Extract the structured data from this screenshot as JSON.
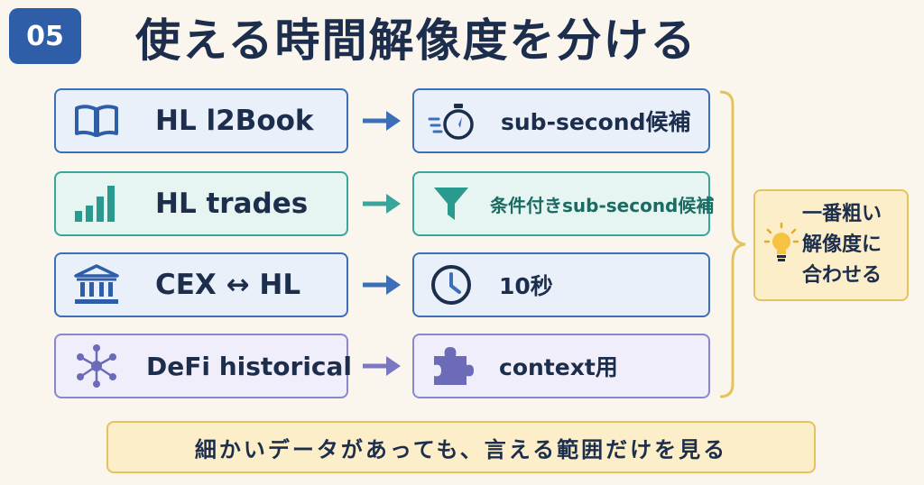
{
  "badge": "05",
  "title": "使える時間解像度を分ける",
  "rows": [
    {
      "source": "HL l2Book",
      "source_icon": "book-icon",
      "target": "sub-second候補",
      "target_icon": "stopwatch-icon"
    },
    {
      "source": "HL trades",
      "source_icon": "bar-chart-icon",
      "target": "条件付きsub-second候補",
      "target_icon": "funnel-icon"
    },
    {
      "source": "CEX ↔ HL",
      "source_icon": "bank-icon",
      "target": "10秒",
      "target_icon": "clock-icon"
    },
    {
      "source": "DeFi historical",
      "source_icon": "network-icon",
      "target": "context用",
      "target_icon": "puzzle-icon"
    }
  ],
  "note": {
    "text": "一番粗い\n解像度に\n合わせる",
    "icon": "lightbulb-icon"
  },
  "footer": "細かいデータがあっても、言える範囲だけを見る",
  "colors": {
    "navy": "#1c2e4c",
    "blue": "#3d6fb8",
    "teal": "#3aa59b",
    "purple": "#8a88cc",
    "yellow": "#e6c25e",
    "background": "#faf6ee"
  }
}
